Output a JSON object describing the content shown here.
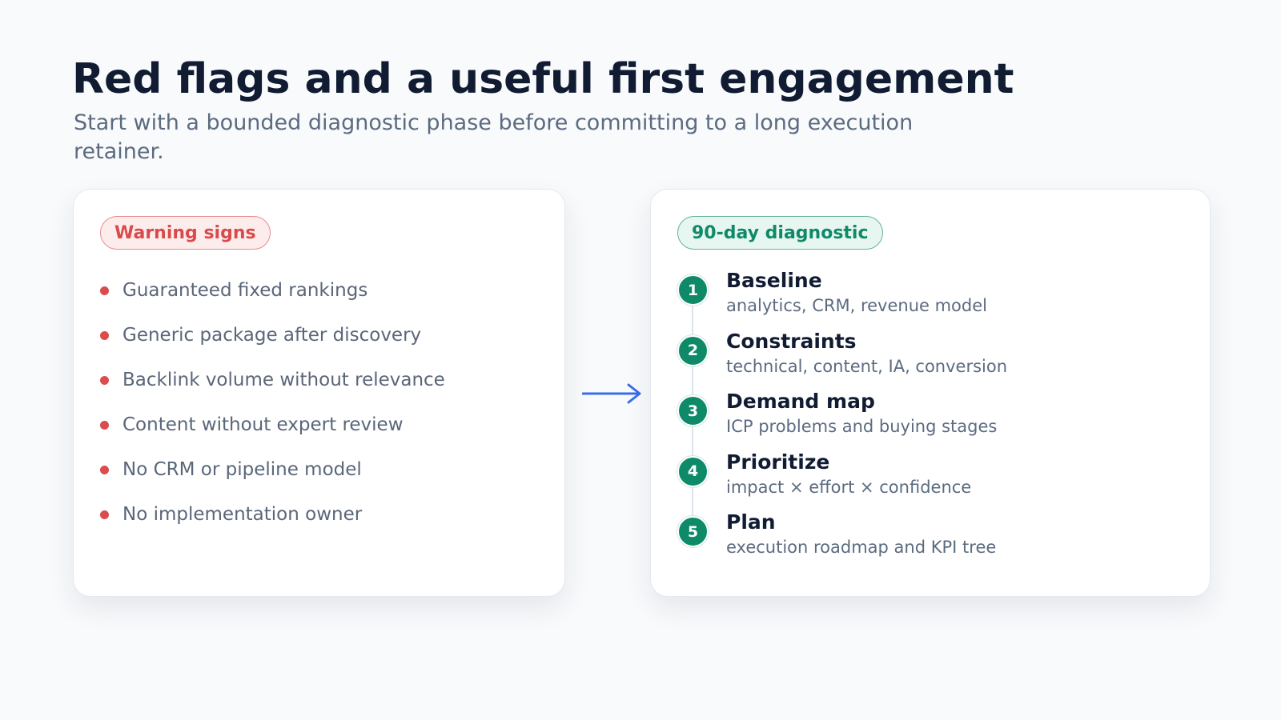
{
  "header": {
    "title": "Red flags and a useful first engagement",
    "subtitle": "Start with a bounded diagnostic phase before committing to a long execution retainer."
  },
  "warning_card": {
    "badge": "Warning signs",
    "items": [
      "Guaranteed fixed rankings",
      "Generic package after discovery",
      "Backlink volume without relevance",
      "Content without expert review",
      "No CRM or pipeline model",
      "No implementation owner"
    ]
  },
  "connector": {
    "icon": "arrow-right-icon"
  },
  "diagnostic_card": {
    "badge": "90-day diagnostic",
    "steps": [
      {
        "number": "1",
        "title": "Baseline",
        "description": "analytics, CRM, revenue model"
      },
      {
        "number": "2",
        "title": "Constraints",
        "description": "technical, content, IA, conversion"
      },
      {
        "number": "3",
        "title": "Demand map",
        "description": "ICP problems and buying stages"
      },
      {
        "number": "4",
        "title": "Prioritize",
        "description": "impact × effort × confidence"
      },
      {
        "number": "5",
        "title": "Plan",
        "description": "execution roadmap and KPI tree"
      }
    ]
  },
  "colors": {
    "background": "#f8fafc",
    "heading": "#111c33",
    "muted_text": "#5c6b80",
    "warning_red": "#dc4c4c",
    "diagnostic_green": "#0f8a69",
    "arrow_blue": "#3a6ee8"
  }
}
